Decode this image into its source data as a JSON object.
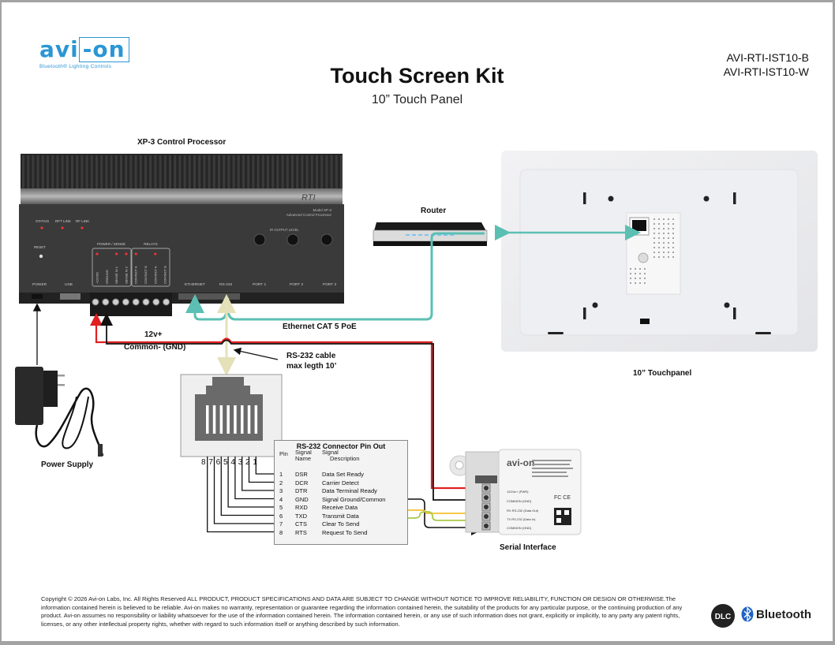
{
  "brand": {
    "logo_text_left": "avi",
    "logo_text_right": "on",
    "tagline": "Bluetooth® Lighting Controls",
    "accent_color": "#2a96d4"
  },
  "models": [
    "AVI-RTI-IST10-B",
    "AVI-RTI-IST10-W"
  ],
  "header": {
    "title": "Touch Screen Kit",
    "subtitle": "10” Touch Panel"
  },
  "processor": {
    "label": "XP-3 Control Processor",
    "brand_mark": "RTI",
    "model_line1": "Model XP-3",
    "model_line2": "Advanced Control Processor",
    "leds": [
      "STATUS",
      "RFT LINK",
      "RF LINK"
    ],
    "reset": "RESET",
    "power_sense_label": "POWER / SENSE",
    "relays_label": "RELAYS",
    "terminals": [
      "+12VDC",
      "GROUND",
      "SENSE IN 1",
      "SENSE IN 2",
      "CONTACT A",
      "CONTACT B",
      "CONTACT A",
      "CONTACT B"
    ],
    "ir_output_label": "IR OUTPUT LEVEL",
    "ports": [
      "POWER",
      "USB",
      "ETHERNET",
      "RS-232",
      "PORT 1",
      "PORT 2",
      "PORT 3"
    ]
  },
  "router": {
    "label": "Router"
  },
  "touchpanel": {
    "label": "10” Touchpanel"
  },
  "connections": {
    "ethernet": "Ethernet CAT 5 PoE",
    "power_positive": "12v+",
    "power_common": "Common- (GND)",
    "rs232_note_line1": "RS-232 cable",
    "rs232_note_line2": "max legth 10’",
    "colors": {
      "ethernet": "#5bbfb3",
      "rs232": "#ece9c8",
      "power": "#e02020",
      "ground": "#111111",
      "rx": "#f2c12e",
      "tx": "#a9c94a"
    }
  },
  "power_supply": {
    "label": "Power Supply"
  },
  "rj45": {
    "pin_numbers": "8 7 6 5 4 3 2 1"
  },
  "pinout": {
    "title": "RS-232 Connector Pin Out",
    "headers": {
      "pin": "Pin",
      "name_1": "Signal",
      "name_2": "Name",
      "desc_1": "Signal",
      "desc_2": "Description"
    },
    "rows": [
      {
        "pin": "1",
        "name": "DSR",
        "desc": "Data Set Ready"
      },
      {
        "pin": "2",
        "name": "DCR",
        "desc": "Carrier Detect"
      },
      {
        "pin": "3",
        "name": "DTR",
        "desc": "Data Terminal Ready"
      },
      {
        "pin": "4",
        "name": "GND",
        "desc": "Signal Ground/Common"
      },
      {
        "pin": "5",
        "name": "RXD",
        "desc": "Receive Data"
      },
      {
        "pin": "6",
        "name": "TXD",
        "desc": "Transmit Data"
      },
      {
        "pin": "7",
        "name": "CTS",
        "desc": "Clear To Send"
      },
      {
        "pin": "8",
        "name": "RTS",
        "desc": "Request To Send"
      }
    ]
  },
  "serial_interface": {
    "label": "Serial Interface",
    "logo": "avi-on",
    "terminals": [
      "12/24v+ (PWR)",
      "COMMON (GND)",
      "RX RS-232 (Data Out)",
      "TX RS-232 (Data In)",
      "COMMON (GND)"
    ]
  },
  "footer": {
    "text": "Copyright © 2026 Avi-on Labs, Inc.  All Rights Reserved ALL PRODUCT, PRODUCT SPECIFICATIONS AND DATA ARE SUBJECT TO CHANGE WITHOUT NOTICE TO IMPROVE RELIABILITY, FUNCTION OR DESIGN OR OTHERWISE.The information contained herein is believed to be reliable. Avi-on makes no warranty, representation or guarantee regarding the information contained herein, the suitability of the products for any particular purpose, or the continuing production of any product. Avi-on assumes no responsibility or liability whatsoever for the use of the information contained herein. The information contained herein, or any use of such information does not grant, explicitly or implicitly, to any party any patent rights, licenses, or any other intellectual property rights, whether with regard to such information itself or anything described by such information.",
    "badge_dlc": "DLC",
    "badge_bluetooth": "Bluetooth"
  }
}
